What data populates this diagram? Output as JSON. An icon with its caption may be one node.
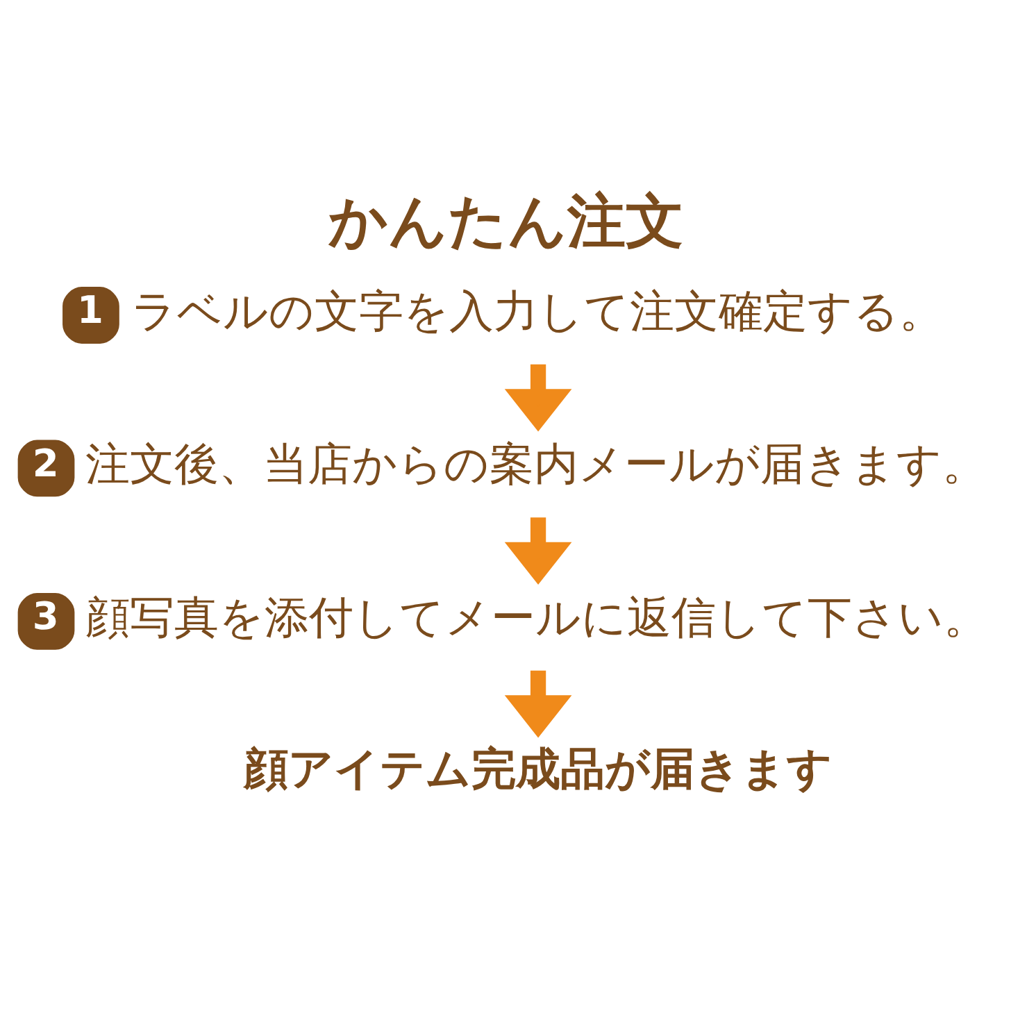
{
  "diagram": {
    "title": "かんたん注文",
    "nodes": [
      {
        "text": [
          "1"
        ]
      },
      {
        "text": [
          "ラベルの文字を入力して注文確定する。"
        ]
      },
      {
        "text": [
          "2"
        ]
      },
      {
        "text": [
          "注文後、当店からの案内メールが届きます。"
        ]
      },
      {
        "text": [
          "3"
        ]
      },
      {
        "text": [
          "顔写真を添付してメールに返信して下さい。"
        ]
      },
      {
        "text": [
          "顔アイテム完成品が届きます"
        ]
      }
    ],
    "edges": [
      {
        "from": 1,
        "to": 3,
        "arrow": "to"
      },
      {
        "from": 3,
        "to": 5,
        "arrow": "to"
      },
      {
        "from": 5,
        "to": 6,
        "arrow": "to"
      }
    ]
  }
}
